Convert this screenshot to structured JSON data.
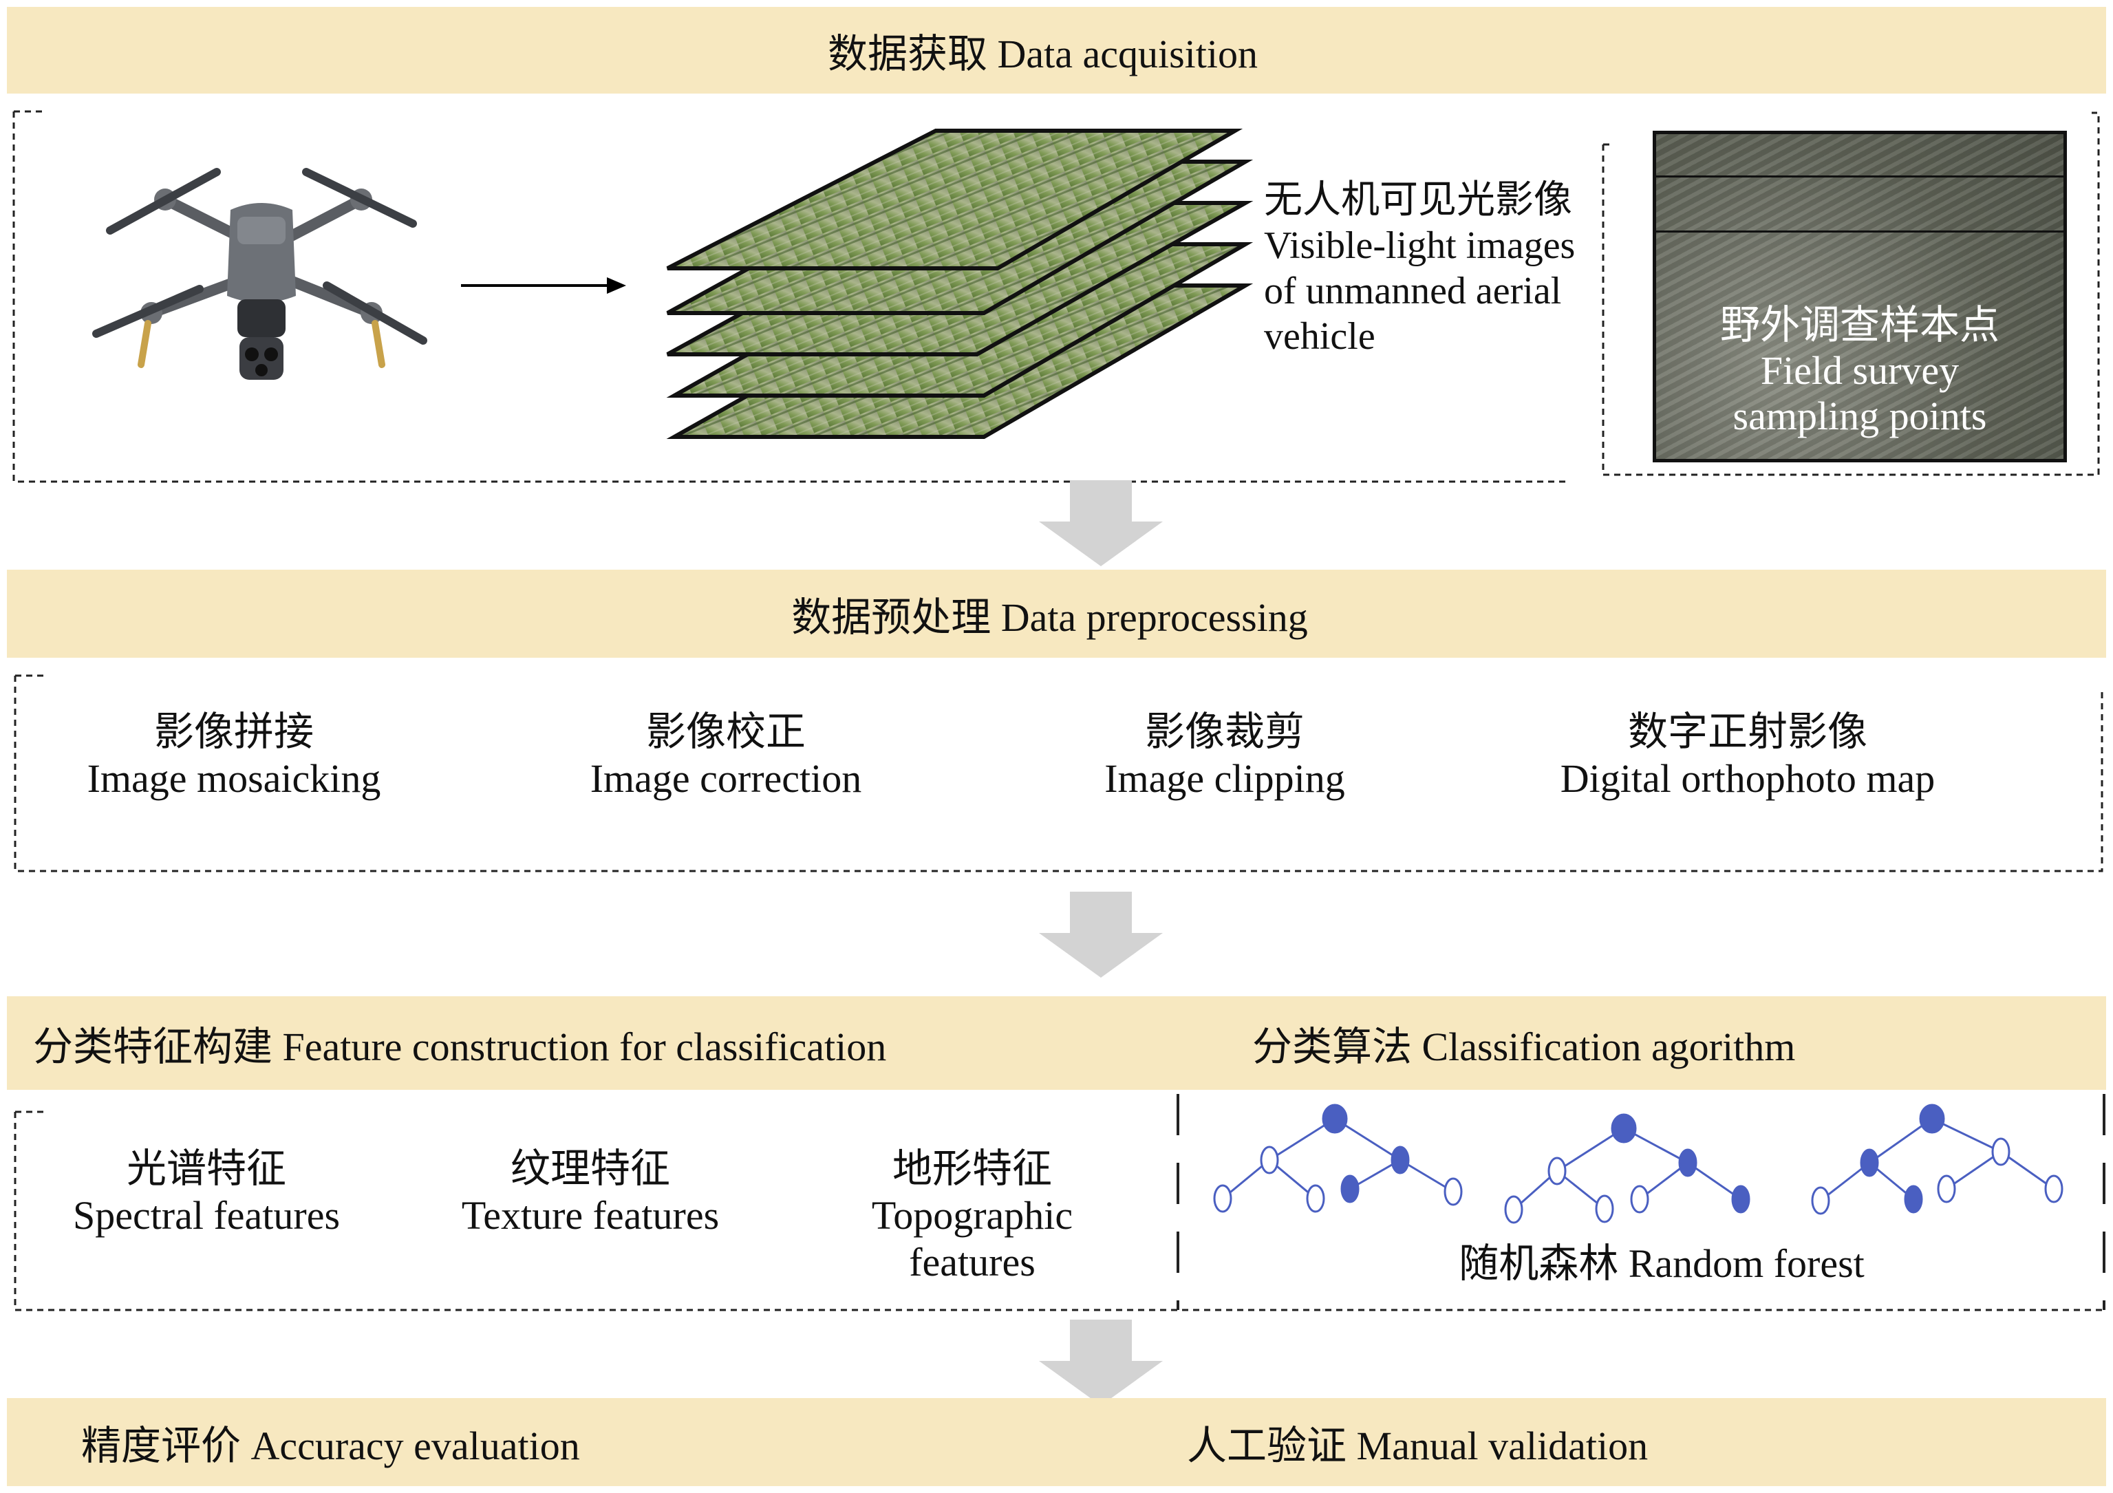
{
  "sections": {
    "acquisition": {
      "title": "数据获取 Data acquisition"
    },
    "preprocessing": {
      "title": "数据预处理 Data preprocessing"
    },
    "features": {
      "title": "分类特征构建 Feature construction for classification"
    },
    "algorithm": {
      "title": "分类算法 Classification agorithm"
    },
    "evaluation": {
      "title": "精度评价 Accuracy evaluation"
    },
    "validation": {
      "title": "人工验证 Manual validation"
    }
  },
  "acquisition": {
    "uav_caption": [
      "无人机可见光影像",
      "Visible-light images",
      "of unmanned aerial",
      "vehicle"
    ],
    "field_caption": [
      "野外调查样本点",
      "Field survey",
      "sampling points"
    ]
  },
  "preprocessing_steps": [
    {
      "zh": "影像拼接",
      "en": "Image mosaicking"
    },
    {
      "zh": "影像校正",
      "en": "Image correction"
    },
    {
      "zh": "影像裁剪",
      "en": "Image clipping"
    },
    {
      "zh": "数字正射影像",
      "en": "Digital orthophoto map"
    }
  ],
  "feature_types": [
    {
      "zh": "光谱特征",
      "en": "Spectral features"
    },
    {
      "zh": "纹理特征",
      "en": "Texture features"
    },
    {
      "zh": "地形特征",
      "en": "Topographic",
      "en2": "features"
    }
  ],
  "algorithm_label": "随机森林 Random forest",
  "colors": {
    "band": "#f7e8c0",
    "arrow": "#d3d3d3",
    "tree_node": "#4a5fc1",
    "tree_edge": "#4a5fc1"
  }
}
